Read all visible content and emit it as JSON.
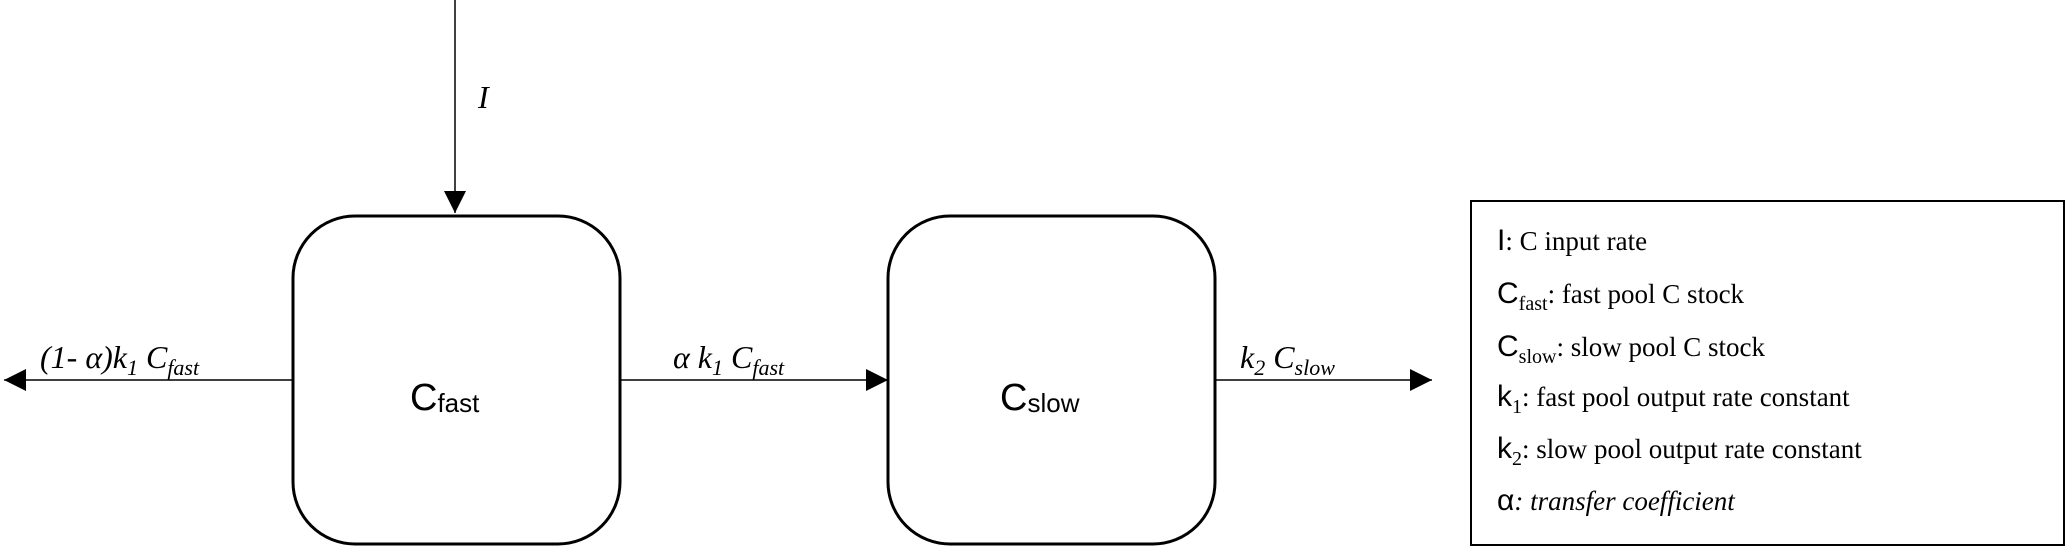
{
  "diagram": {
    "input_label": "I",
    "pools": [
      {
        "main": "C",
        "sub": "fast"
      },
      {
        "main": "C",
        "sub": "slow"
      }
    ],
    "fluxes": {
      "loss_fast": {
        "prefix": "(1- α)k",
        "k_sub": "1",
        "c": " C",
        "c_sub": "fast"
      },
      "transfer": {
        "prefix": "α k",
        "k_sub": "1",
        "c": " C",
        "c_sub": "fast"
      },
      "loss_slow": {
        "prefix": "k",
        "k_sub": "2",
        "c": " C",
        "c_sub": "slow"
      }
    },
    "legend": [
      {
        "sym": "I",
        "sub": "",
        "desc": ": C input rate"
      },
      {
        "sym": "C",
        "sub": "fast",
        "desc": ": fast pool C stock"
      },
      {
        "sym": "C",
        "sub": "slow",
        "desc": ": slow pool C stock"
      },
      {
        "sym": "k",
        "sub": "1",
        "desc": ": fast pool output rate constant"
      },
      {
        "sym": "k",
        "sub": "2",
        "desc": ": slow pool output rate constant"
      },
      {
        "sym": "α",
        "sub": "",
        "desc": ": transfer coefficient"
      }
    ],
    "colors": {
      "stroke": "#000000",
      "background": "#ffffff"
    }
  }
}
